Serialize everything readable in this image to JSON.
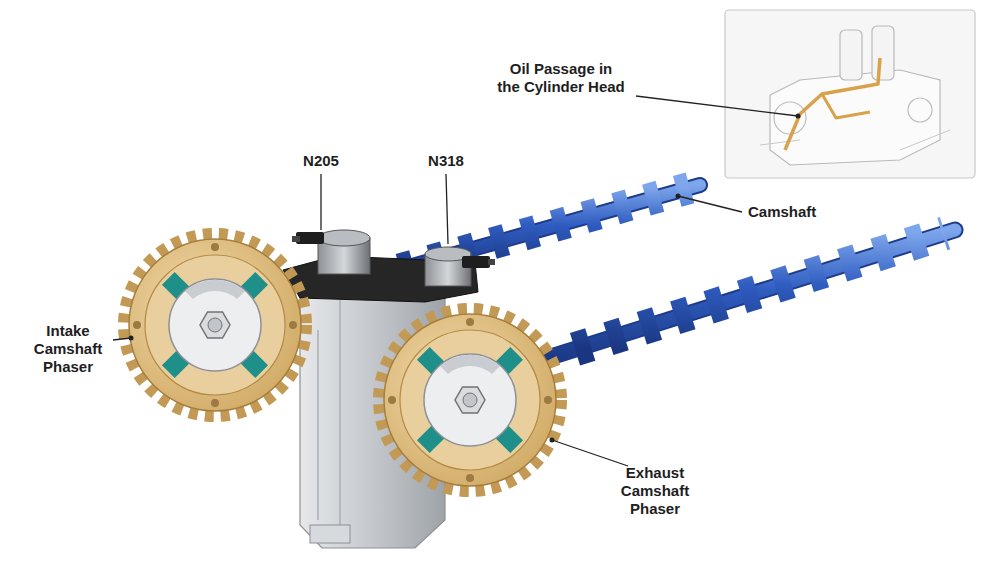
{
  "diagram": {
    "labels": [
      "Oil Passage in the Cylinder Head",
      "N205",
      "N318",
      "Camshaft",
      "Intake Camshaft Phaser",
      "Exhaust Camshaft Phaser"
    ]
  }
}
